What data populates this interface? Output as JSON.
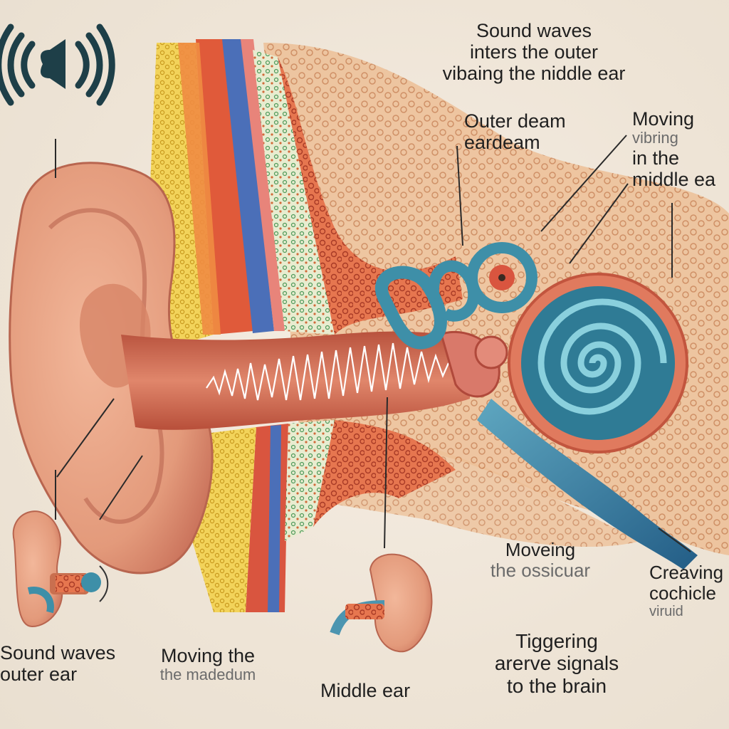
{
  "labels": {
    "top_caption": [
      "Sound waves",
      "inters the outer",
      "vibaing the niddle ear"
    ],
    "outer_deam": [
      "Outer deam",
      "eardeam"
    ],
    "moving_middle": [
      "Moving",
      "vibring",
      "in the",
      "middle ea"
    ],
    "moving_ossicuar": [
      "Moveing",
      "the ossicuar"
    ],
    "creaving": [
      "Creaving",
      "cochicle",
      "viruid"
    ],
    "sound_outer": [
      "Sound waves",
      "outer ear"
    ],
    "moving_the": [
      "Moving the",
      "the madedum"
    ],
    "middle_ear": "Middle ear",
    "triggering": [
      "Tiggering",
      "arerve signals",
      "to the brain"
    ]
  },
  "colors": {
    "skin": "#e9a07f",
    "skin_dark": "#c86e55",
    "bone_yellow": "#f2d35a",
    "canal_red": "#d9553f",
    "cochlea_blue": "#3e8fa8",
    "nerve_blue": "#2f6e96",
    "tissue_peach": "#eab58b",
    "wave_white": "#ffffff"
  },
  "icons": [
    "sound-wave-icon"
  ]
}
